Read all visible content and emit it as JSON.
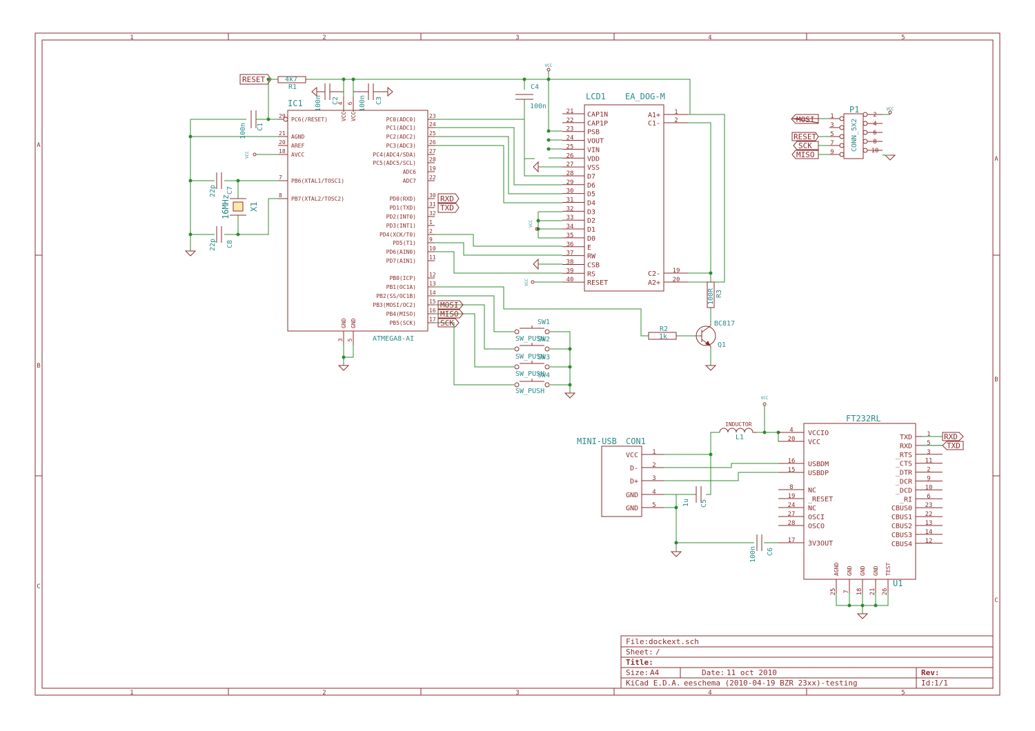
{
  "frame": {
    "columns": [
      "1",
      "2",
      "3",
      "4",
      "5"
    ],
    "rows": [
      "A",
      "B",
      "C"
    ]
  },
  "title_block": {
    "file_label": "File:",
    "file": "dockext.sch",
    "sheet_label": "Sheet:",
    "sheet": "/",
    "title_label": "Title:",
    "size_label": "Size:",
    "size": "A4",
    "date_label": "Date:",
    "date": "11 oct 2010",
    "rev_label": "Rev:",
    "tool": "KiCad E.D.A.",
    "version": "eeschema (2010-04-19 BZR 23xx)-testing",
    "id_label": "Id:",
    "id": "1/1"
  },
  "ic1": {
    "ref": "IC1",
    "value": "ATMEGA8-AI",
    "left_pins": [
      {
        "num": "29",
        "name": "PC6(/RESET)"
      },
      {
        "num": "21",
        "name": "AGND"
      },
      {
        "num": "20",
        "name": "AREF"
      },
      {
        "num": "18",
        "name": "AVCC"
      },
      {
        "num": "7",
        "name": "PB6(XTAL1/TOSC1)"
      },
      {
        "num": "8",
        "name": "PB7(XTAL2/TOSC2)"
      }
    ],
    "right_pins": [
      {
        "num": "23",
        "name": "PC0(ADC0)"
      },
      {
        "num": "24",
        "name": "PC1(ADC1)"
      },
      {
        "num": "25",
        "name": "PC2(ADC2)"
      },
      {
        "num": "26",
        "name": "PC3(ADC3)"
      },
      {
        "num": "27",
        "name": "PC4(ADC4/SDA)"
      },
      {
        "num": "28",
        "name": "PC5(ADC5/SCL)"
      },
      {
        "num": "19",
        "name": "ADC6"
      },
      {
        "num": "22",
        "name": "ADC7"
      },
      {
        "num": "30",
        "name": "PD0(RXD)"
      },
      {
        "num": "31",
        "name": "PD1(TXD)"
      },
      {
        "num": "32",
        "name": "PD2(INT0)"
      },
      {
        "num": "1",
        "name": "PD3(INT1)"
      },
      {
        "num": "2",
        "name": "PD4(XCK/T0)"
      },
      {
        "num": "9",
        "name": "PD5(T1)"
      },
      {
        "num": "10",
        "name": "PD6(AIN0)"
      },
      {
        "num": "11",
        "name": "PD7(AIN1)"
      },
      {
        "num": "12",
        "name": "PB0(ICP)"
      },
      {
        "num": "13",
        "name": "PB1(OC1A)"
      },
      {
        "num": "14",
        "name": "PB2(SS/OC1B)"
      },
      {
        "num": "15",
        "name": "PB3(MOSI/OC2)"
      },
      {
        "num": "16",
        "name": "PB4(MISO)"
      },
      {
        "num": "17",
        "name": "PB5(SCK)"
      }
    ],
    "top_pins": [
      {
        "num": "4",
        "name": "VCC"
      },
      {
        "num": "6",
        "name": "VCC"
      }
    ],
    "bottom_pins": [
      {
        "num": "3",
        "name": "GND"
      },
      {
        "num": "5",
        "name": "GND"
      }
    ]
  },
  "lcd1": {
    "ref": "LCD1",
    "value": "EA_DOG-M",
    "left_pins": [
      {
        "num": "21",
        "name": "CAP1N"
      },
      {
        "num": "22",
        "name": "CAP1P"
      },
      {
        "num": "23",
        "name": "PSB"
      },
      {
        "num": "24",
        "name": "VOUT"
      },
      {
        "num": "25",
        "name": "VIN"
      },
      {
        "num": "26",
        "name": "VDD"
      },
      {
        "num": "27",
        "name": "VSS"
      },
      {
        "num": "28",
        "name": "D7"
      },
      {
        "num": "29",
        "name": "D6"
      },
      {
        "num": "30",
        "name": "D5"
      },
      {
        "num": "31",
        "name": "D4"
      },
      {
        "num": "32",
        "name": "D3"
      },
      {
        "num": "33",
        "name": "D2"
      },
      {
        "num": "34",
        "name": "D1"
      },
      {
        "num": "35",
        "name": "D0"
      },
      {
        "num": "36",
        "name": "E"
      },
      {
        "num": "37",
        "name": "RW"
      },
      {
        "num": "38",
        "name": "CSB"
      },
      {
        "num": "39",
        "name": "RS"
      },
      {
        "num": "40",
        "name": "RESET"
      }
    ],
    "right_pins": [
      {
        "num": "1",
        "name": "A1+"
      },
      {
        "num": "2",
        "name": "C1-"
      },
      {
        "num": "19",
        "name": "C2-"
      },
      {
        "num": "20",
        "name": "A2+"
      }
    ]
  },
  "p1": {
    "ref": "P1",
    "value": "CONN_5X2",
    "left_pins": [
      "1",
      "3",
      "5",
      "7",
      "9"
    ],
    "right_pins": [
      "2",
      "4",
      "6",
      "8",
      "10"
    ]
  },
  "ft232": {
    "ref": "U1",
    "value": "FT232RL",
    "left_pins": [
      {
        "num": "4",
        "name": "VCCIO"
      },
      {
        "num": "20",
        "name": "VCC"
      },
      {
        "num": "16",
        "name": "USBDM"
      },
      {
        "num": "15",
        "name": "USBDP"
      },
      {
        "num": "8",
        "name": "NC"
      },
      {
        "num": "19",
        "name": "_RESET"
      },
      {
        "num": "24",
        "name": "NC"
      },
      {
        "num": "27",
        "name": "OSCI"
      },
      {
        "num": "28",
        "name": "OSCO"
      },
      {
        "num": "17",
        "name": "3V3OUT"
      }
    ],
    "right_pins": [
      {
        "num": "1",
        "name": "TXD"
      },
      {
        "num": "5",
        "name": "RXD"
      },
      {
        "num": "3",
        "name": "_RTS"
      },
      {
        "num": "11",
        "name": "_CTS"
      },
      {
        "num": "2",
        "name": "_DTR"
      },
      {
        "num": "9",
        "name": "_DCR"
      },
      {
        "num": "10",
        "name": "_DCD"
      },
      {
        "num": "6",
        "name": "_RI"
      },
      {
        "num": "23",
        "name": "CBUS0"
      },
      {
        "num": "22",
        "name": "CBUS1"
      },
      {
        "num": "13",
        "name": "CBUS2"
      },
      {
        "num": "14",
        "name": "CBUS3"
      },
      {
        "num": "12",
        "name": "CBUS4"
      }
    ],
    "bottom_pins": [
      {
        "num": "25",
        "name": "AGND"
      },
      {
        "num": "7",
        "name": "GND"
      },
      {
        "num": "18",
        "name": "GND"
      },
      {
        "num": "21",
        "name": "GND"
      },
      {
        "num": "26",
        "name": "TEST"
      }
    ]
  },
  "con1": {
    "ref": "CON1",
    "value": "MINI-USB",
    "pins": [
      {
        "num": "1",
        "name": "VCC"
      },
      {
        "num": "2",
        "name": "D-"
      },
      {
        "num": "3",
        "name": "D+"
      },
      {
        "num": "4",
        "name": "GND"
      },
      {
        "num": "5",
        "name": "GND"
      }
    ]
  },
  "parts": {
    "r1": {
      "ref": "R1",
      "value": "4k7"
    },
    "r2": {
      "ref": "R2",
      "value": "1k"
    },
    "r3": {
      "ref": "R3",
      "value": "100R"
    },
    "c1": {
      "ref": "C1",
      "value": "100n"
    },
    "c2": {
      "ref": "C2",
      "value": "100n"
    },
    "c3": {
      "ref": "C3",
      "value": "100n"
    },
    "c4": {
      "ref": "C4",
      "value": "100n"
    },
    "c5": {
      "ref": "C5",
      "value": "1u"
    },
    "c6": {
      "ref": "C6",
      "value": "100n"
    },
    "c7": {
      "ref": "C7",
      "value": "22p"
    },
    "c8": {
      "ref": "C8",
      "value": "22p"
    },
    "x1": {
      "ref": "X1",
      "value": "16MHz"
    },
    "q1": {
      "ref": "Q1",
      "value": "BC817"
    },
    "l1": {
      "ref": "L1",
      "value": "INDUCTOR"
    },
    "sw1": {
      "ref": "SW1",
      "value": "SW_PUSH"
    },
    "sw2": {
      "ref": "SW2",
      "value": "SW_PUSH"
    },
    "sw3": {
      "ref": "SW3",
      "value": "SW_PUSH"
    },
    "sw4": {
      "ref": "SW4",
      "value": "SW_PUSH"
    }
  },
  "labels": {
    "reset": "RESET",
    "rxd": "RXD",
    "txd": "TXD",
    "mosi": "MOSI",
    "miso": "MISO",
    "sck": "SCK",
    "vcc": "VCC"
  }
}
